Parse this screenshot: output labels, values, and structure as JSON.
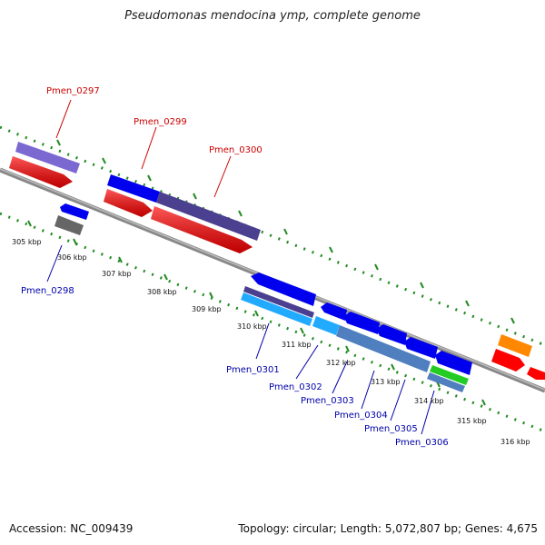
{
  "title": "Pseudomonas mendocina ymp, complete genome",
  "footer": {
    "accession": "Accession: NC_009439",
    "summary": "Topology: circular; Length: 5,072,807 bp; Genes: 4,675"
  },
  "kbp_labels": [
    "305 kbp",
    "306 kbp",
    "307 kbp",
    "308 kbp",
    "309 kbp",
    "310 kbp",
    "311 kbp",
    "312 kbp",
    "313 kbp",
    "314 kbp",
    "315 kbp",
    "316 kbp"
  ],
  "top_gene_labels": [
    "Pmen_0297",
    "Pmen_0299",
    "Pmen_0300"
  ],
  "bottom_gene_labels": [
    "Pmen_0298",
    "Pmen_0301",
    "Pmen_0302",
    "Pmen_0303",
    "Pmen_0304",
    "Pmen_0305",
    "Pmen_0306"
  ],
  "colors": {
    "top_label": "#cc0000",
    "bottom_label": "#0000aa",
    "tick": "#228b22",
    "backbone": "#888888",
    "cds_red": "#ff0000",
    "cds_blue": "#0000ee",
    "cds_purple": "#4b3f8f",
    "cds_lavender": "#7b68d0",
    "cds_cyan": "#22aaff",
    "cds_steel": "#4f7fbf",
    "cds_green": "#22cc22",
    "cds_orange": "#ff8800",
    "cds_gray": "#666666"
  }
}
